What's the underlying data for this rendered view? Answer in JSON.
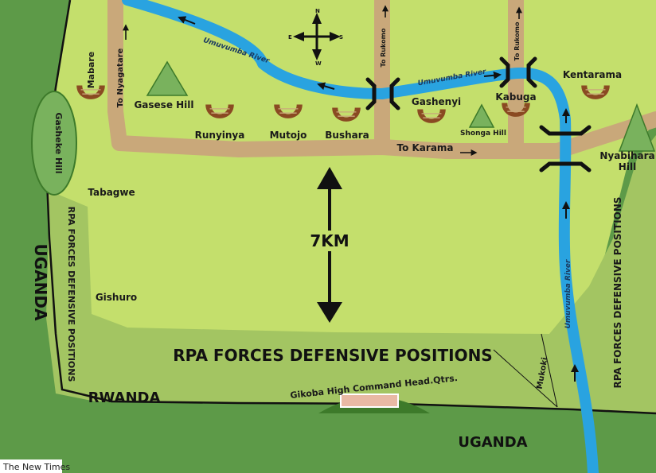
{
  "colors": {
    "outer_green": "#5d9a48",
    "inner_green": "#c4df6c",
    "defense_green": "#a3c562",
    "road": "#c9a87a",
    "river": "#29a3e0",
    "hill_brown": "#8a4a22",
    "mountain_green": "#79b25d"
  },
  "countries": {
    "uganda_west": "UGANDA",
    "rwanda": "RWANDA",
    "uganda_south": "UGANDA"
  },
  "hills": {
    "gasheke": "Gasheke Hill",
    "gasese": "Gasese Hill",
    "shonga": "Shonga Hill",
    "nyabihara_line1": "Nyabihara",
    "nyabihara_line2": "Hill"
  },
  "places": {
    "mabare": "Mabare",
    "runyinya": "Runyinya",
    "mutojo": "Mutojo",
    "bushara": "Bushara",
    "gashenyi": "Gashenyi",
    "kabuga": "Kabuga",
    "kentarama": "Kentarama",
    "tabagwe": "Tabagwe",
    "gishuro": "Gishuro",
    "mukoki": "Mukoki"
  },
  "roads": {
    "to_nyagatare": "To Nyagatare",
    "to_rukomo_1": "To Rukomo",
    "to_rukomo_2": "To Rukomo",
    "to_karama": "To Karama"
  },
  "rivers": {
    "umuvumba_1": "Umuvumba River",
    "umuvumba_2": "Umuvumba River",
    "umuvumba_3": "Umuvumba River"
  },
  "compass": {
    "n": "N",
    "s": "S",
    "e": "E",
    "w": "W"
  },
  "distance_label": "7KM",
  "defense": {
    "main": "RPA FORCES DEFENSIVE POSITIONS",
    "left": "RPA FORCES DEFENSIVE POSITIONS",
    "right": "RPA FORCES DEFENSIVE POSITIONS"
  },
  "hq_label": "Gikoba High Command Head.Qtrs.",
  "credit": "The New Times"
}
